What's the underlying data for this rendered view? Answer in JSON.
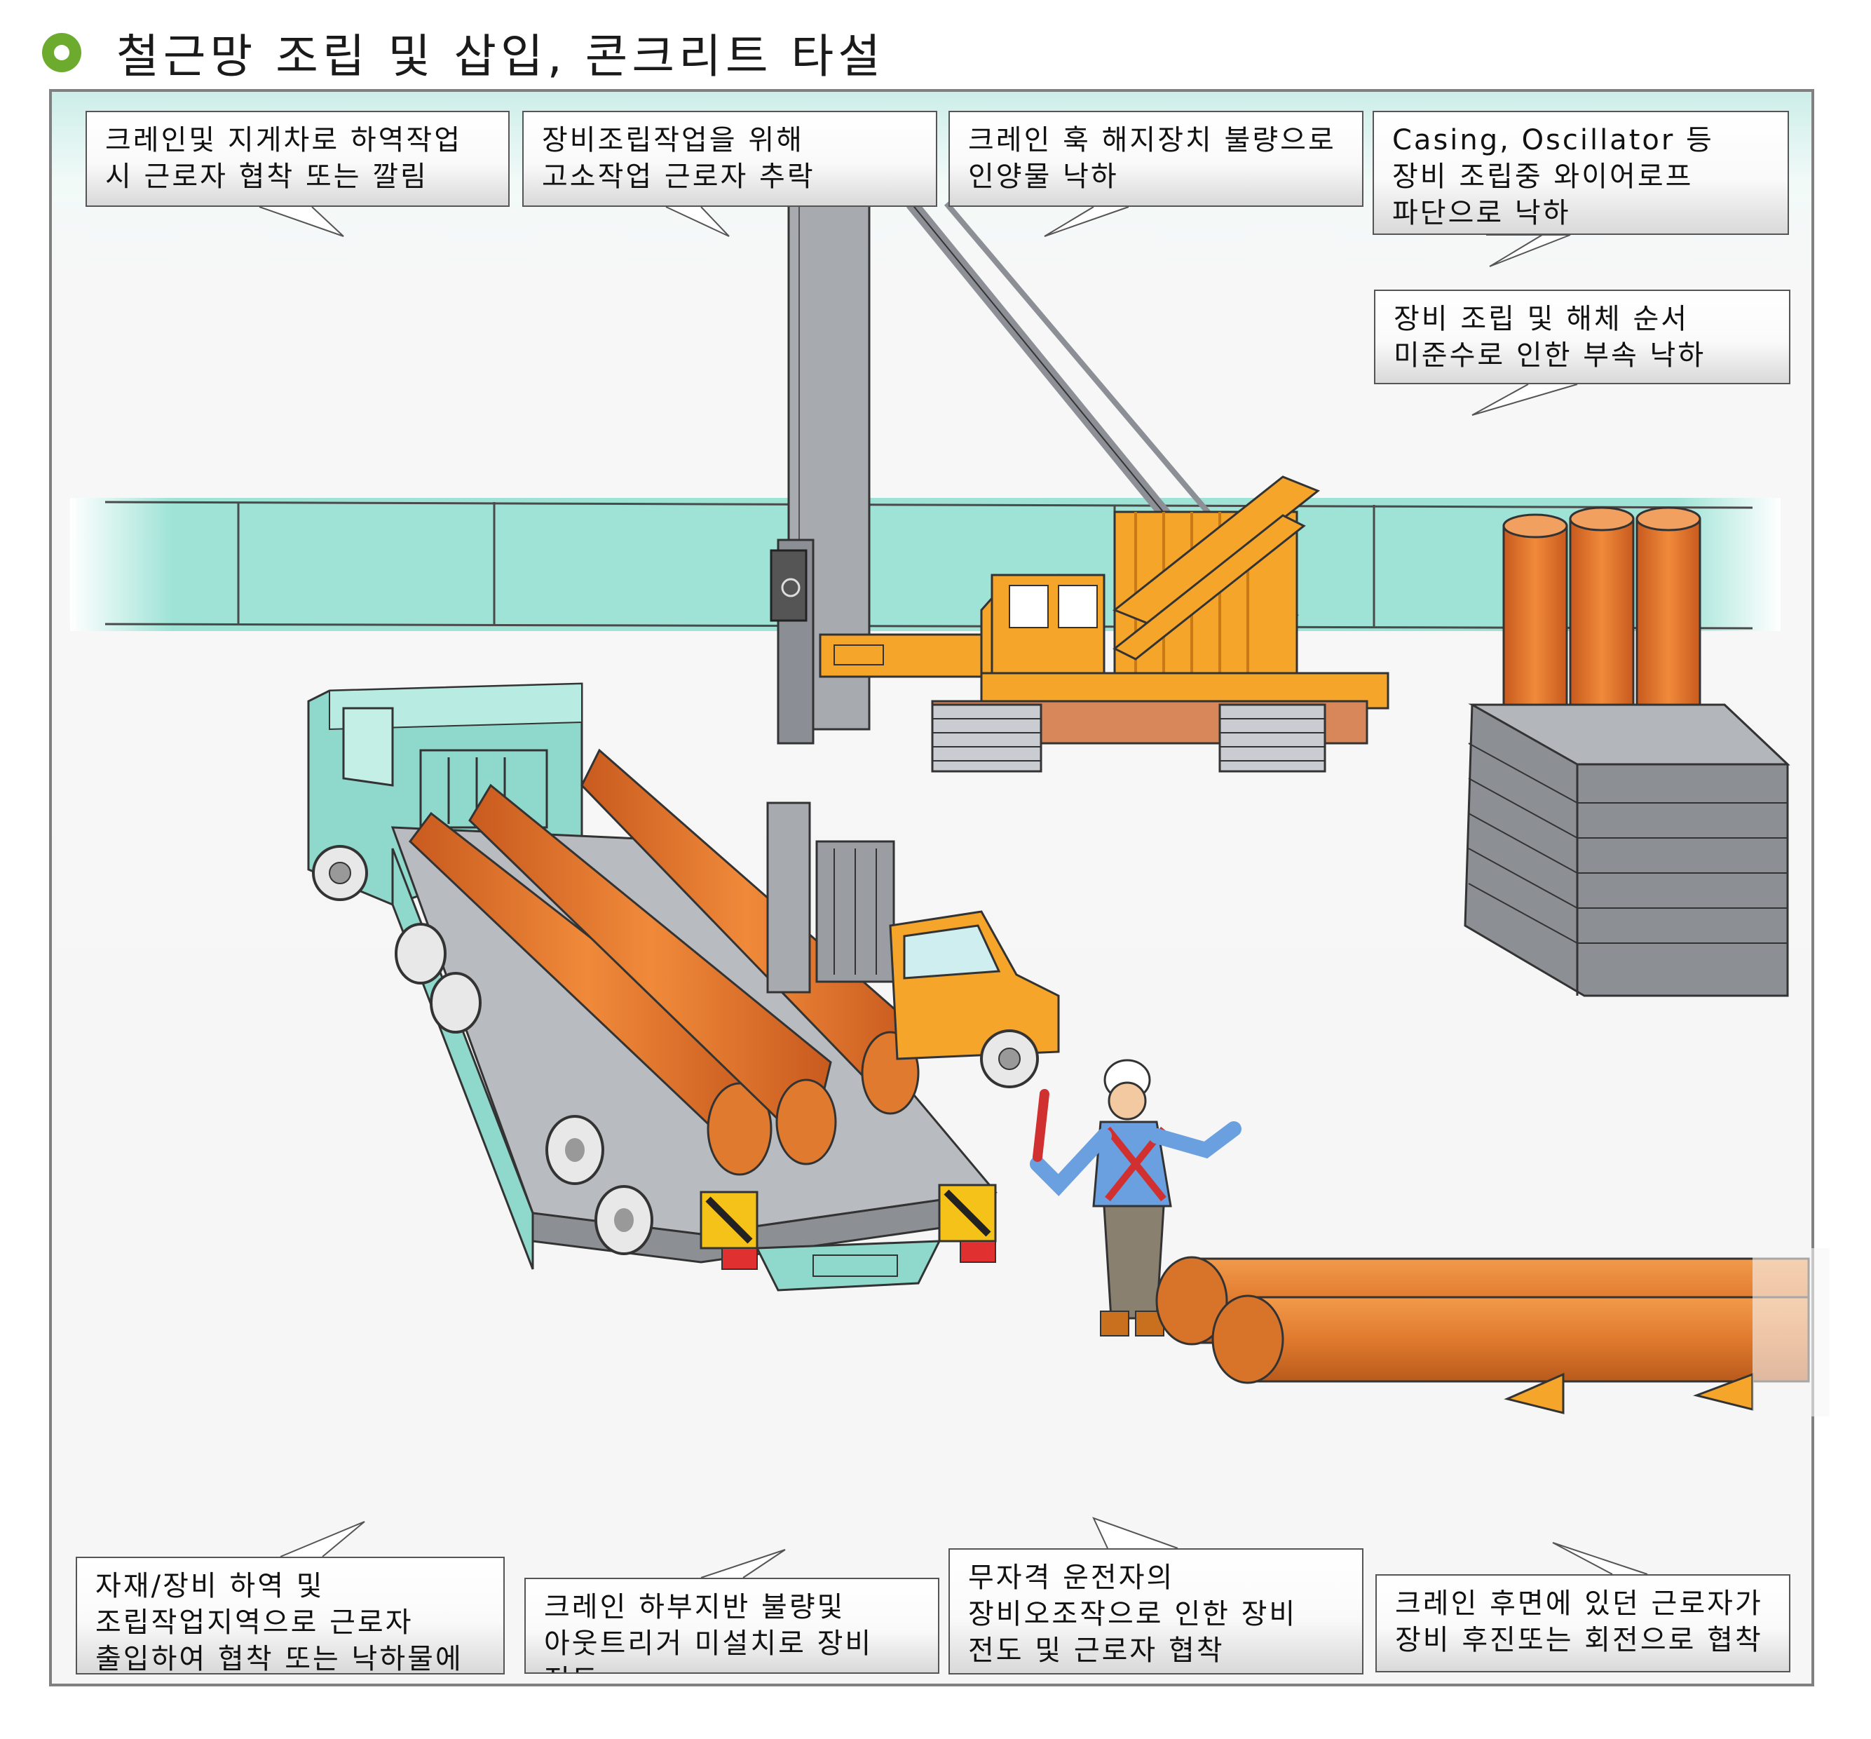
{
  "page": {
    "title": "철근망 조립 및 삽입, 콘크리트 타설"
  },
  "callouts": {
    "c1": "크레인및 지게차로 하역작업 시 근로자 협착 또는 깔림",
    "c2": "장비조립작업을 위해 고소작업 근로자 추락",
    "c3": "크레인 훅 해지장치 불량으로 인양물 낙하",
    "c4": "Casing, Oscillator 등 장비 조립중 와이어로프 파단으로 낙하",
    "c5": "장비 조립 및 해체 순서 미준수로 인한 부속 낙하",
    "c6": "자재/장비 하역 및 조립작업지역으로 근로자 출입하여 협착 또는 낙하물에 의한 사고 발생",
    "c7": "크레인 하부지반 불량및 아웃트리거 미설치로 장비 전도",
    "c8": "무자격 운전자의 장비오조작으로 인한 장비 전도 및 근로자 협착",
    "c9": "크레인 후면에 있던 근로자가 장비 후진또는 회전으로 협착"
  },
  "colors": {
    "accent_green": "#6cab2e",
    "pipe_orange": "#e07a2e",
    "equipment_orange": "#f5a52a",
    "vehicle_mint": "#8fd9cc",
    "steel_gray": "#8c8c8c"
  }
}
